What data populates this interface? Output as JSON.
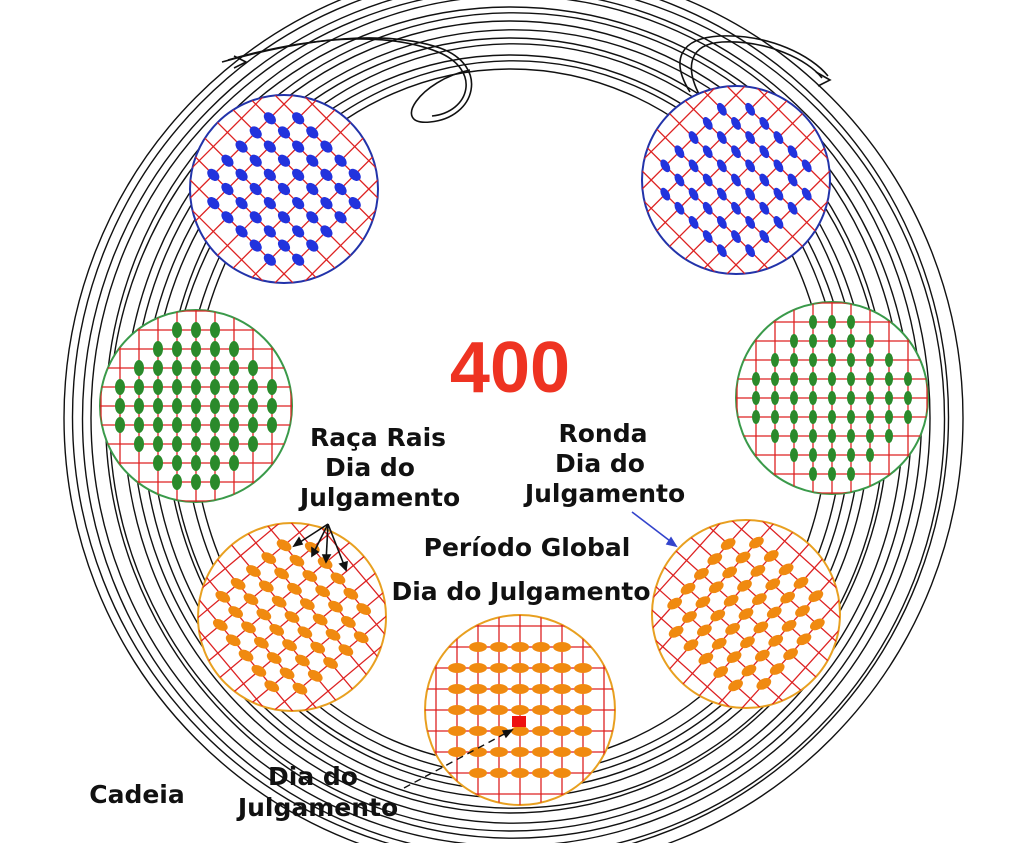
{
  "center_number": "400",
  "labels": {
    "raca_rais": [
      "Raça Rais",
      "Dia do",
      "Julgamento"
    ],
    "ronda": [
      "Ronda",
      "Dia do",
      "Julgamento"
    ],
    "periodo_global": [
      "Período Global",
      "Dia do Julgamento"
    ],
    "individual": [
      "Dia do",
      "Julgamento"
    ],
    "cadeia": "Cadeia"
  },
  "colors": {
    "ring_lines": "#111111",
    "center_number": "#ee3322",
    "grid_lines": "#dd2222",
    "blue_circle": "#2233aa",
    "blue_dots": "#2233dd",
    "green_circle": "#3a9a4a",
    "green_dots": "#2b8a2b",
    "orange_circle": "#e8a020",
    "orange_dots": "#f08a10",
    "marker": "#ee1111",
    "pointer_arrow": "#3344cc"
  },
  "zoom_circles": [
    {
      "name": "zoom-circle-top-left",
      "color_key": "blue"
    },
    {
      "name": "zoom-circle-top-right",
      "color_key": "blue"
    },
    {
      "name": "zoom-circle-left",
      "color_key": "green"
    },
    {
      "name": "zoom-circle-right",
      "color_key": "green"
    },
    {
      "name": "zoom-circle-bottom-left",
      "color_key": "orange"
    },
    {
      "name": "zoom-circle-bottom",
      "color_key": "orange"
    },
    {
      "name": "zoom-circle-bottom-right",
      "color_key": "orange"
    }
  ]
}
